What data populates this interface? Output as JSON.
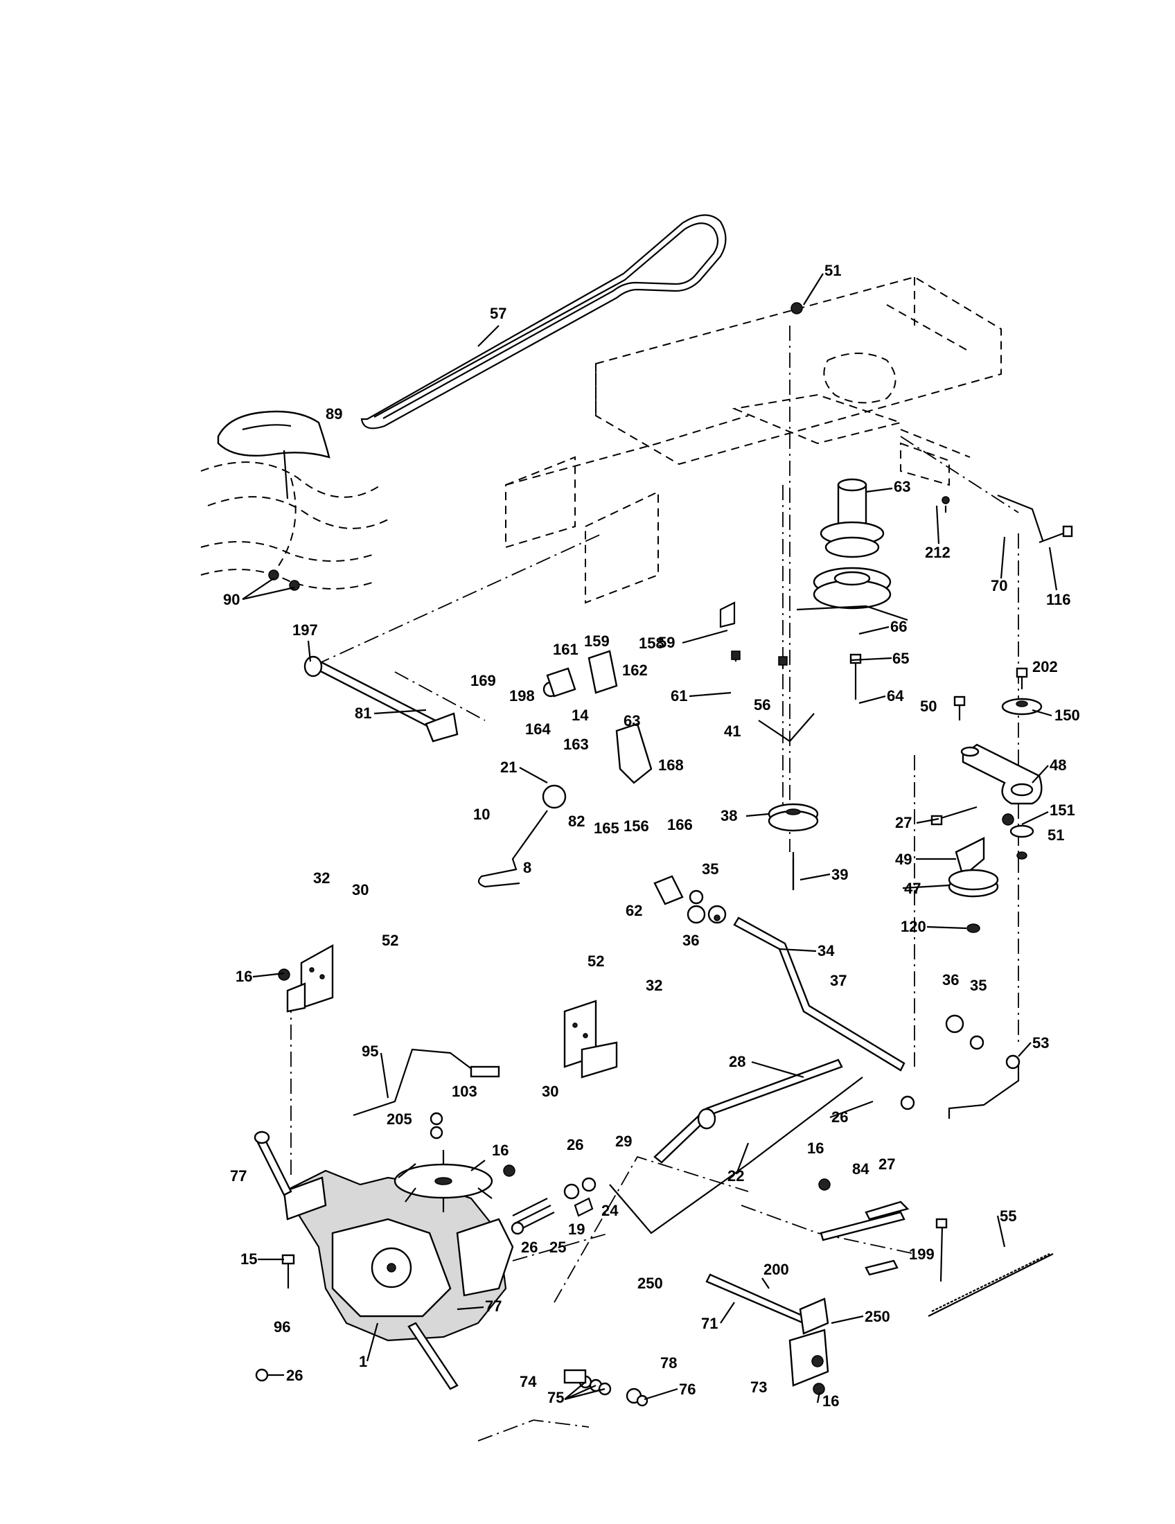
{
  "diagram": {
    "callouts": [
      {
        "id": "57",
        "text": "57"
      },
      {
        "id": "51a",
        "text": "51"
      },
      {
        "id": "89",
        "text": "89"
      },
      {
        "id": "63a",
        "text": "63"
      },
      {
        "id": "212",
        "text": "212"
      },
      {
        "id": "70",
        "text": "70"
      },
      {
        "id": "116",
        "text": "116"
      },
      {
        "id": "90",
        "text": "90"
      },
      {
        "id": "197",
        "text": "197"
      },
      {
        "id": "161",
        "text": "161"
      },
      {
        "id": "159",
        "text": "159"
      },
      {
        "id": "158",
        "text": "158"
      },
      {
        "id": "59",
        "text": "59"
      },
      {
        "id": "66",
        "text": "66"
      },
      {
        "id": "65",
        "text": "65"
      },
      {
        "id": "169",
        "text": "169"
      },
      {
        "id": "198",
        "text": "198"
      },
      {
        "id": "162",
        "text": "162"
      },
      {
        "id": "61",
        "text": "61"
      },
      {
        "id": "56",
        "text": "56"
      },
      {
        "id": "64",
        "text": "64"
      },
      {
        "id": "202",
        "text": "202"
      },
      {
        "id": "50",
        "text": "50"
      },
      {
        "id": "150",
        "text": "150"
      },
      {
        "id": "81",
        "text": "81"
      },
      {
        "id": "164",
        "text": "164"
      },
      {
        "id": "14",
        "text": "14"
      },
      {
        "id": "63b",
        "text": "63"
      },
      {
        "id": "41",
        "text": "41"
      },
      {
        "id": "48",
        "text": "48"
      },
      {
        "id": "163",
        "text": "163"
      },
      {
        "id": "168",
        "text": "168"
      },
      {
        "id": "21",
        "text": "21"
      },
      {
        "id": "27a",
        "text": "27"
      },
      {
        "id": "151",
        "text": "151"
      },
      {
        "id": "38",
        "text": "38"
      },
      {
        "id": "10",
        "text": "10"
      },
      {
        "id": "82",
        "text": "82"
      },
      {
        "id": "165",
        "text": "165"
      },
      {
        "id": "156",
        "text": "156"
      },
      {
        "id": "166",
        "text": "166"
      },
      {
        "id": "51b",
        "text": "51"
      },
      {
        "id": "49",
        "text": "49"
      },
      {
        "id": "8",
        "text": "8"
      },
      {
        "id": "35a",
        "text": "35"
      },
      {
        "id": "39",
        "text": "39"
      },
      {
        "id": "47",
        "text": "47"
      },
      {
        "id": "32a",
        "text": "32"
      },
      {
        "id": "30a",
        "text": "30"
      },
      {
        "id": "62",
        "text": "62"
      },
      {
        "id": "120",
        "text": "120"
      },
      {
        "id": "36a",
        "text": "36"
      },
      {
        "id": "52a",
        "text": "52"
      },
      {
        "id": "34",
        "text": "34"
      },
      {
        "id": "16a",
        "text": "16"
      },
      {
        "id": "52b",
        "text": "52"
      },
      {
        "id": "32b",
        "text": "32"
      },
      {
        "id": "37",
        "text": "37"
      },
      {
        "id": "36b",
        "text": "36"
      },
      {
        "id": "35b",
        "text": "35"
      },
      {
        "id": "95",
        "text": "95"
      },
      {
        "id": "53",
        "text": "53"
      },
      {
        "id": "28",
        "text": "28"
      },
      {
        "id": "30b",
        "text": "30"
      },
      {
        "id": "103",
        "text": "103"
      },
      {
        "id": "205",
        "text": "205"
      },
      {
        "id": "26a",
        "text": "26"
      },
      {
        "id": "29",
        "text": "29"
      },
      {
        "id": "16b",
        "text": "16"
      },
      {
        "id": "26b",
        "text": "26"
      },
      {
        "id": "27b",
        "text": "27"
      },
      {
        "id": "77a",
        "text": "77"
      },
      {
        "id": "22",
        "text": "22"
      },
      {
        "id": "16c",
        "text": "16"
      },
      {
        "id": "84",
        "text": "84"
      },
      {
        "id": "24",
        "text": "24"
      },
      {
        "id": "19",
        "text": "19"
      },
      {
        "id": "55",
        "text": "55"
      },
      {
        "id": "26c",
        "text": "26"
      },
      {
        "id": "25",
        "text": "25"
      },
      {
        "id": "15",
        "text": "15"
      },
      {
        "id": "199",
        "text": "199"
      },
      {
        "id": "200",
        "text": "200"
      },
      {
        "id": "250a",
        "text": "250"
      },
      {
        "id": "77b",
        "text": "77"
      },
      {
        "id": "71",
        "text": "71"
      },
      {
        "id": "250b",
        "text": "250"
      },
      {
        "id": "96",
        "text": "96"
      },
      {
        "id": "1",
        "text": "1"
      },
      {
        "id": "26d",
        "text": "26"
      },
      {
        "id": "78",
        "text": "78"
      },
      {
        "id": "74",
        "text": "74"
      },
      {
        "id": "73",
        "text": "73"
      },
      {
        "id": "75",
        "text": "75"
      },
      {
        "id": "76",
        "text": "76"
      },
      {
        "id": "16d",
        "text": "16"
      }
    ]
  }
}
